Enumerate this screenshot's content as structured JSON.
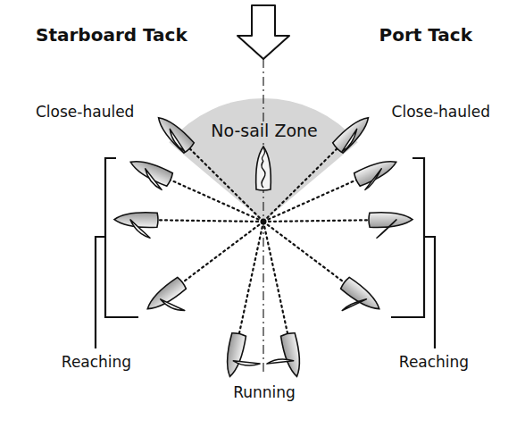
{
  "diagram": {
    "labels": [
      "Starboard Tack",
      "Port Tack",
      "Close-hauled",
      "Close-hauled",
      "No-sail Zone",
      "Reaching",
      "Reaching",
      "Running"
    ]
  }
}
